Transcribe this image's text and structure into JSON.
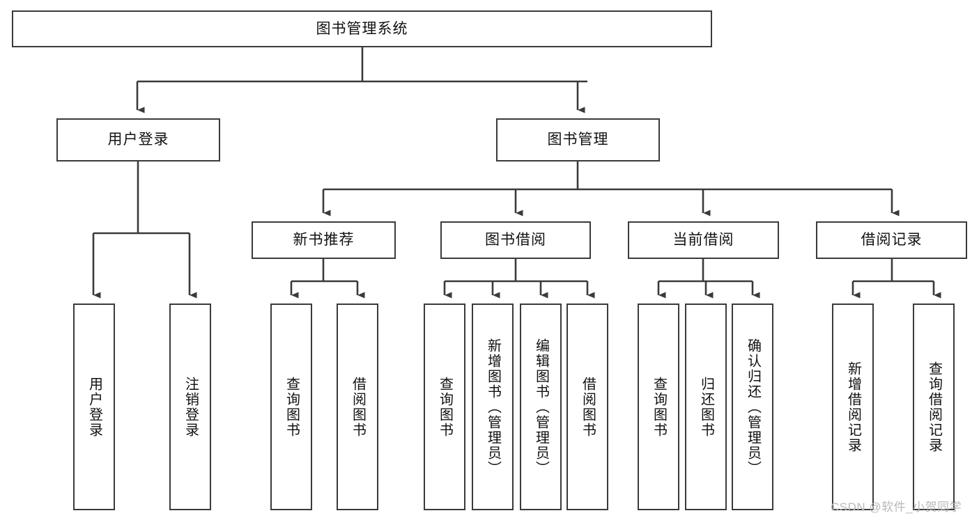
{
  "diagram": {
    "type": "tree-hierarchy",
    "title": "图书管理系统",
    "levels": [
      {
        "level": 1,
        "nodes": [
          {
            "id": "root",
            "label": "图书管理系统",
            "orientation": "horizontal"
          }
        ]
      },
      {
        "level": 2,
        "nodes": [
          {
            "id": "user-login",
            "label": "用户登录",
            "orientation": "horizontal",
            "parent": "root"
          },
          {
            "id": "book-manage",
            "label": "图书管理",
            "orientation": "horizontal",
            "parent": "root"
          }
        ]
      },
      {
        "level": 3,
        "nodes": [
          {
            "id": "new-book-rec",
            "label": "新书推荐",
            "orientation": "horizontal",
            "parent": "book-manage"
          },
          {
            "id": "book-borrow",
            "label": "图书借阅",
            "orientation": "horizontal",
            "parent": "book-manage"
          },
          {
            "id": "current-borrow",
            "label": "当前借阅",
            "orientation": "horizontal",
            "parent": "book-manage"
          },
          {
            "id": "borrow-record",
            "label": "借阅记录",
            "orientation": "horizontal",
            "parent": "book-manage"
          }
        ]
      },
      {
        "level": 4,
        "nodes": [
          {
            "id": "leaf-user-login",
            "label": "用户登录",
            "orientation": "vertical",
            "parent": "user-login"
          },
          {
            "id": "leaf-logout",
            "label": "注销登录",
            "orientation": "vertical",
            "parent": "user-login"
          },
          {
            "id": "leaf-query-book-1",
            "label": "查询图书",
            "orientation": "vertical",
            "parent": "new-book-rec"
          },
          {
            "id": "leaf-borrow-book-1",
            "label": "借阅图书",
            "orientation": "vertical",
            "parent": "new-book-rec"
          },
          {
            "id": "leaf-query-book-2",
            "label": "查询图书",
            "orientation": "vertical",
            "parent": "book-borrow"
          },
          {
            "id": "leaf-add-book",
            "label": "新增图书（管理员）",
            "orientation": "vertical",
            "parent": "book-borrow"
          },
          {
            "id": "leaf-edit-book",
            "label": "编辑图书（管理员）",
            "orientation": "vertical",
            "parent": "book-borrow"
          },
          {
            "id": "leaf-borrow-book-2",
            "label": "借阅图书",
            "orientation": "vertical",
            "parent": "book-borrow"
          },
          {
            "id": "leaf-query-book-3",
            "label": "查询图书",
            "orientation": "vertical",
            "parent": "current-borrow"
          },
          {
            "id": "leaf-return-book",
            "label": "归还图书",
            "orientation": "vertical",
            "parent": "current-borrow"
          },
          {
            "id": "leaf-confirm-return",
            "label": "确认归还（管理员）",
            "orientation": "vertical",
            "parent": "current-borrow"
          },
          {
            "id": "leaf-add-record",
            "label": "新增借阅记录",
            "orientation": "vertical",
            "parent": "borrow-record"
          },
          {
            "id": "leaf-query-record",
            "label": "查询借阅记录",
            "orientation": "vertical",
            "parent": "borrow-record"
          }
        ]
      }
    ],
    "colors": {
      "stroke": "#3a3a3a",
      "fill": "#ffffff",
      "text": "#111111",
      "watermark": "#b9b9b9"
    }
  },
  "watermark": {
    "text": "CSDN @软件_小贺同学"
  }
}
